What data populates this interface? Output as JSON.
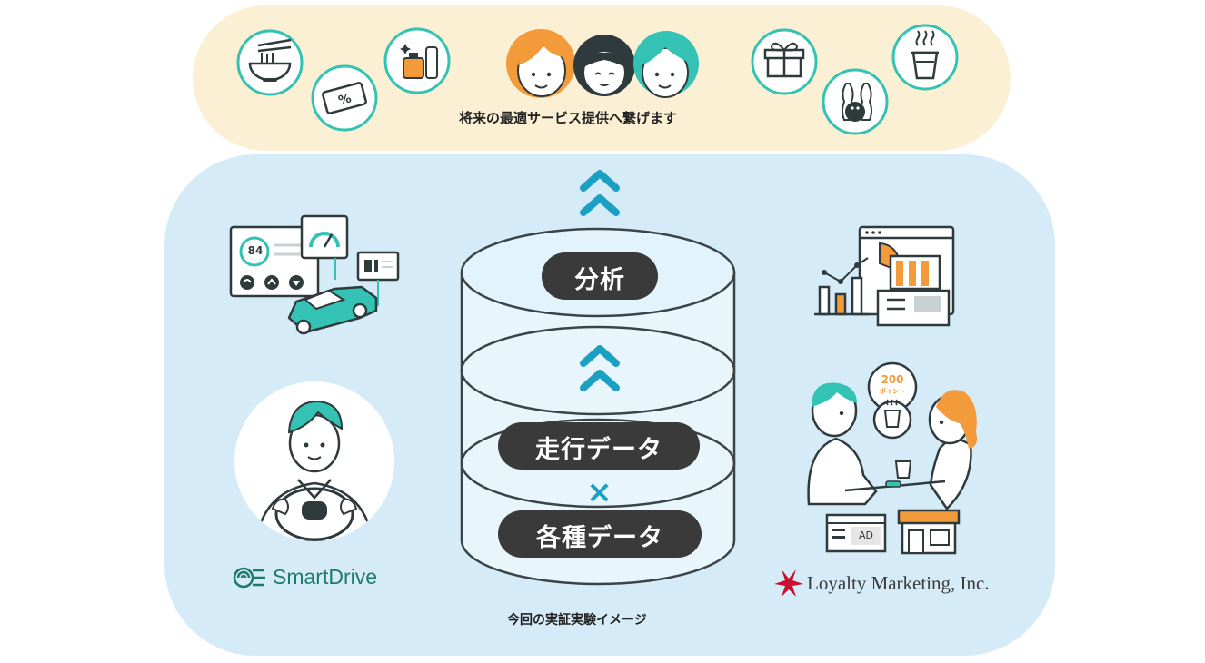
{
  "top": {
    "caption": "将来の最適サービス提供へ繋げます",
    "icons": [
      "ramen-bowl-icon",
      "coupon-ticket-icon",
      "cosmetics-icon",
      "people-faces-icon",
      "gift-box-icon",
      "bowling-icon",
      "hot-drink-cup-icon"
    ]
  },
  "center": {
    "layer_top": "分析",
    "layer_middle": "走行データ",
    "cross": "×",
    "layer_bottom": "各種データ"
  },
  "left": {
    "dashboard_score": "84",
    "logo": "SmartDrive"
  },
  "right": {
    "points_value": "200",
    "points_label": "ポイント",
    "ad_label": "AD",
    "logo": "Loyalty Marketing, Inc."
  },
  "panel_caption": "今回の実証実験イメージ",
  "colors": {
    "teal": "#34c2b4",
    "arrow": "#1aa0c2",
    "orange": "#f39a3a",
    "cream": "#fbf0d3",
    "panel": "#d5ebf7",
    "pill": "#3a3a3a",
    "line": "#2f3a3d",
    "smartdrive_green": "#1f7a6a",
    "loyalty_red": "#c8102e"
  }
}
